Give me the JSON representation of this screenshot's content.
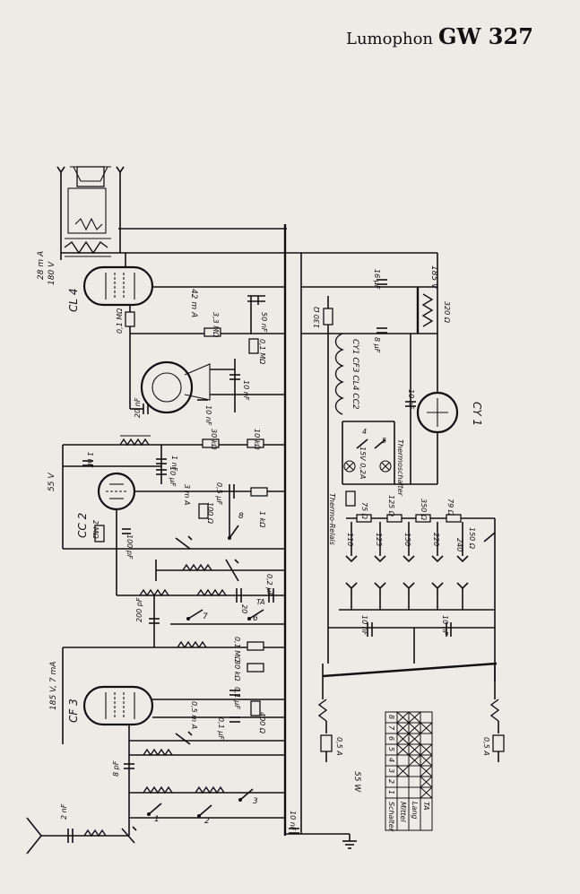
{
  "header": {
    "brand": "Lumophon",
    "model": "GW 327"
  },
  "tubes": {
    "cl4": "CL 4",
    "cc2": "CC 2",
    "cf3": "CF 3",
    "cy1": "CY 1"
  },
  "voltages": {
    "v180": "180 V",
    "i28": "28 m A",
    "v185top": "185 V",
    "v55": "55 V",
    "v185cf3": "185 V, 7 mA",
    "i42": "42 m A",
    "i3": "3 m A",
    "i05": "0,5 m A"
  },
  "values": {
    "c16": "16 μF",
    "c8": "8 μF",
    "r130": "130 Ω",
    "r320": "320 Ω",
    "r01m": "0,1 MΩ",
    "r33m": "3,3 MΩ",
    "c50n": "50 nF",
    "r01m2": "0,1 MΩ",
    "c10n_a": "10 nF",
    "c10n_b": "10 nF",
    "c20n": "20 nF",
    "r30k": "30 kΩ",
    "r10k": "10 kΩ",
    "c1n_a": "1 nF",
    "c1n_b": "1 nF",
    "c10u": "10 μF",
    "c05u": "0,5 μF",
    "r100": "100 Ω",
    "r1k": "1 kΩ",
    "r2m": "2 MΩ",
    "c100p": "100 pF",
    "c02u": "0,2 μF",
    "c200p": "200 pF",
    "r01m3": "0,1 MΩ",
    "r30k2": "30 kΩ",
    "c01u": "0,1 μF",
    "c01u2": "0,1 μF",
    "r400": "400 Ω",
    "c8p": "8 pF",
    "c2n": "2 nF",
    "c10n_gnd": "10 nF",
    "c10n_cy1": "10 nF",
    "c10n_l": "10 nF",
    "c10n_r": "10 nF",
    "fuse_l": "0,5 A",
    "fuse_r": "0,5 A",
    "power": "55 W",
    "heater_chain": "CY1 CF3 CL4 CC2",
    "thermo_relais": "Thermo-Relais",
    "thermoschalter": "Thermoschalter",
    "lamp": "15V 0,2A",
    "r75": "75 Ω",
    "r125": "125 Ω",
    "r350": "350 Ω",
    "r79": "79 Ω",
    "r150": "150 Ω",
    "v110": "110",
    "v125": "125",
    "v150": "150",
    "v220": "220",
    "v240": "240"
  },
  "switch_numbers": [
    "1",
    "2",
    "3",
    "4",
    "5",
    "6",
    "7",
    "8"
  ],
  "switch_table": {
    "header_label": "Schalter",
    "columns": [
      "1",
      "2",
      "3",
      "4",
      "5",
      "6",
      "7",
      "8"
    ],
    "rows": [
      {
        "label": "Mittel",
        "marks": [
          false,
          false,
          true,
          false,
          true,
          true,
          true,
          true
        ]
      },
      {
        "label": "Lang",
        "marks": [
          false,
          false,
          false,
          true,
          true,
          true,
          true,
          true
        ]
      },
      {
        "label": "TA",
        "marks": [
          true,
          true,
          true,
          true,
          true,
          false,
          true,
          false
        ]
      }
    ]
  }
}
